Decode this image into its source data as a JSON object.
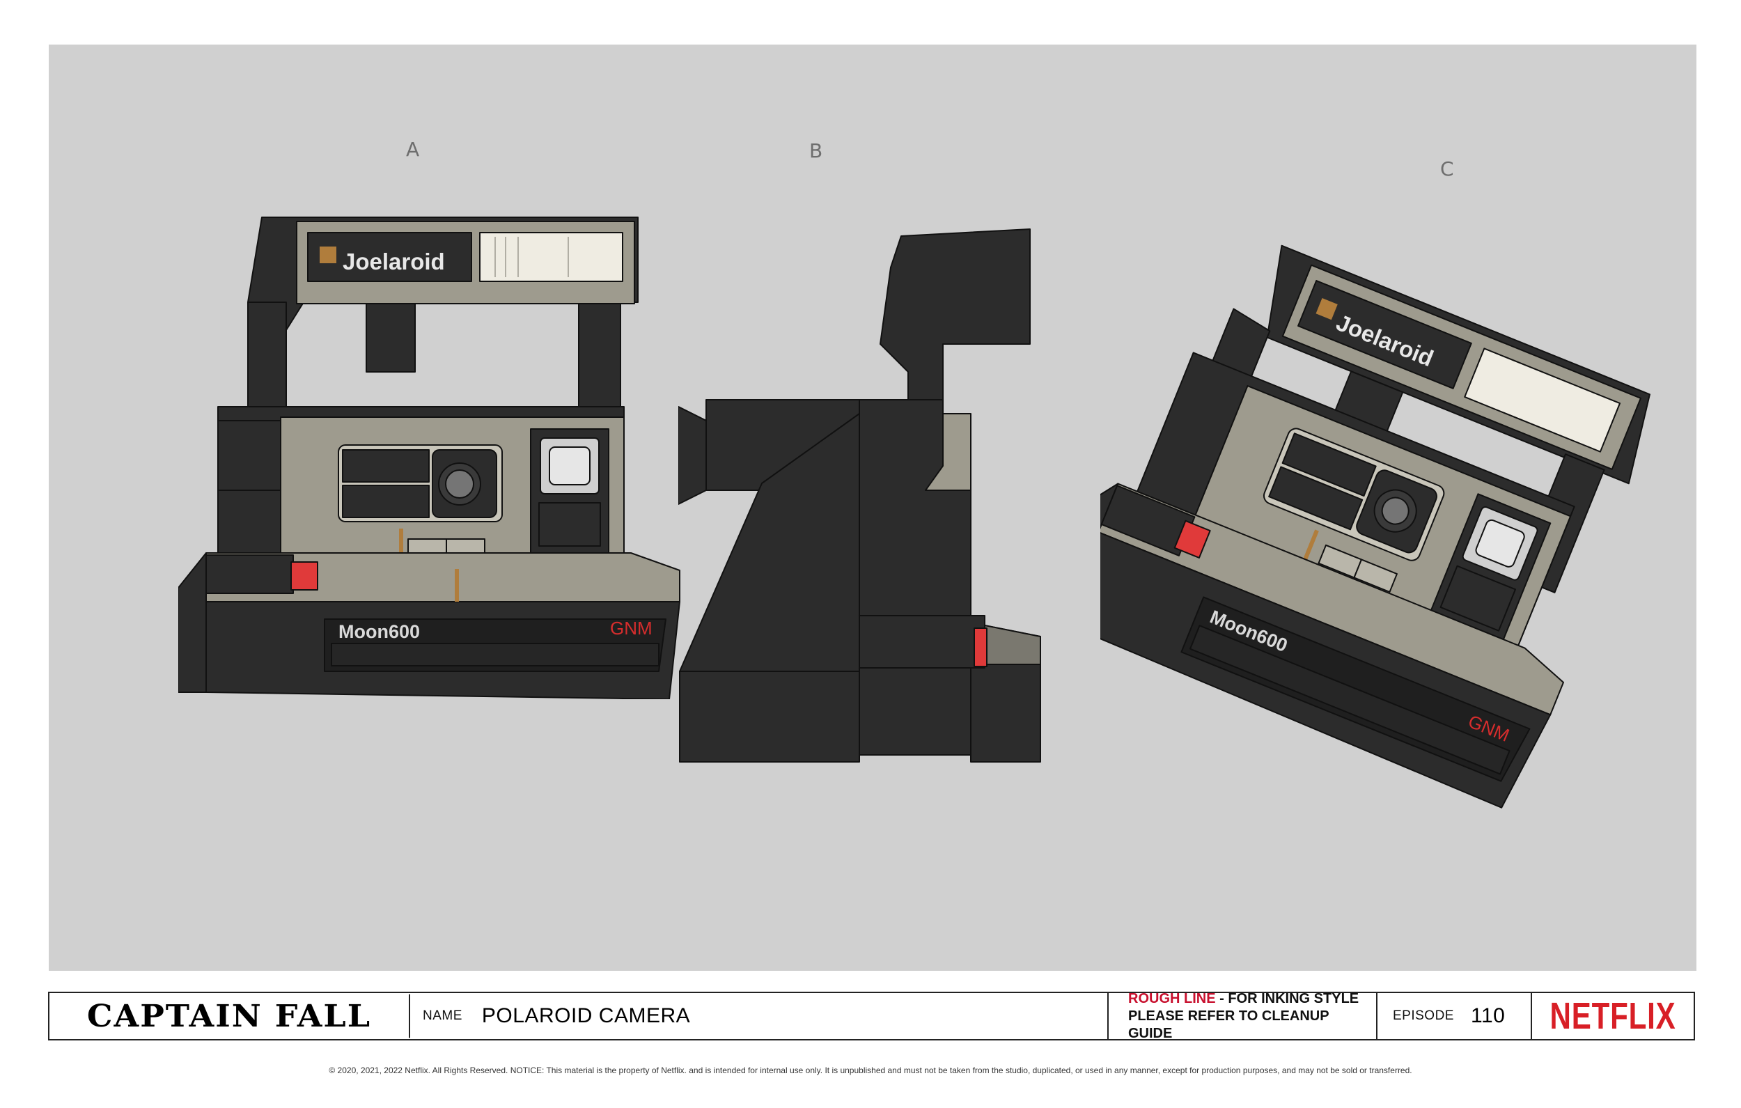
{
  "views": {
    "a": {
      "label": "A",
      "brand_text": "Joelaroid",
      "model_text": "Moon600",
      "maker_text": "GNM"
    },
    "b": {
      "label": "B"
    },
    "c": {
      "label": "C",
      "brand_text": "Joelaroid",
      "model_text": "Moon600",
      "maker_text": "GNM"
    }
  },
  "colors": {
    "background": "#d0d0d0",
    "body_dark": "#2c2c2c",
    "body_grey": "#9e9b8e",
    "accent_red": "#e03a3a",
    "accent_tan": "#b07d3c",
    "flash_panel": "#efece2",
    "brand_red": "#d81f26"
  },
  "footer": {
    "show_title": "CAPTAIN FALL",
    "name_label": "NAME",
    "name_value": "POLAROID CAMERA",
    "note_prefix": "ROUGH LINE",
    "note_line1_rest": " - FOR INKING STYLE",
    "note_line2": "PLEASE REFER TO CLEANUP GUIDE",
    "episode_label": "EPISODE",
    "episode_value": "110",
    "brand": "NETFLIX"
  },
  "copyright": "© 2020, 2021, 2022 Netflix. All Rights Reserved. NOTICE: This material is the property of Netflix. and is intended for internal use only. It is unpublished and must not be taken from the studio, duplicated, or used in any manner, except for production purposes, and may not be sold or transferred."
}
